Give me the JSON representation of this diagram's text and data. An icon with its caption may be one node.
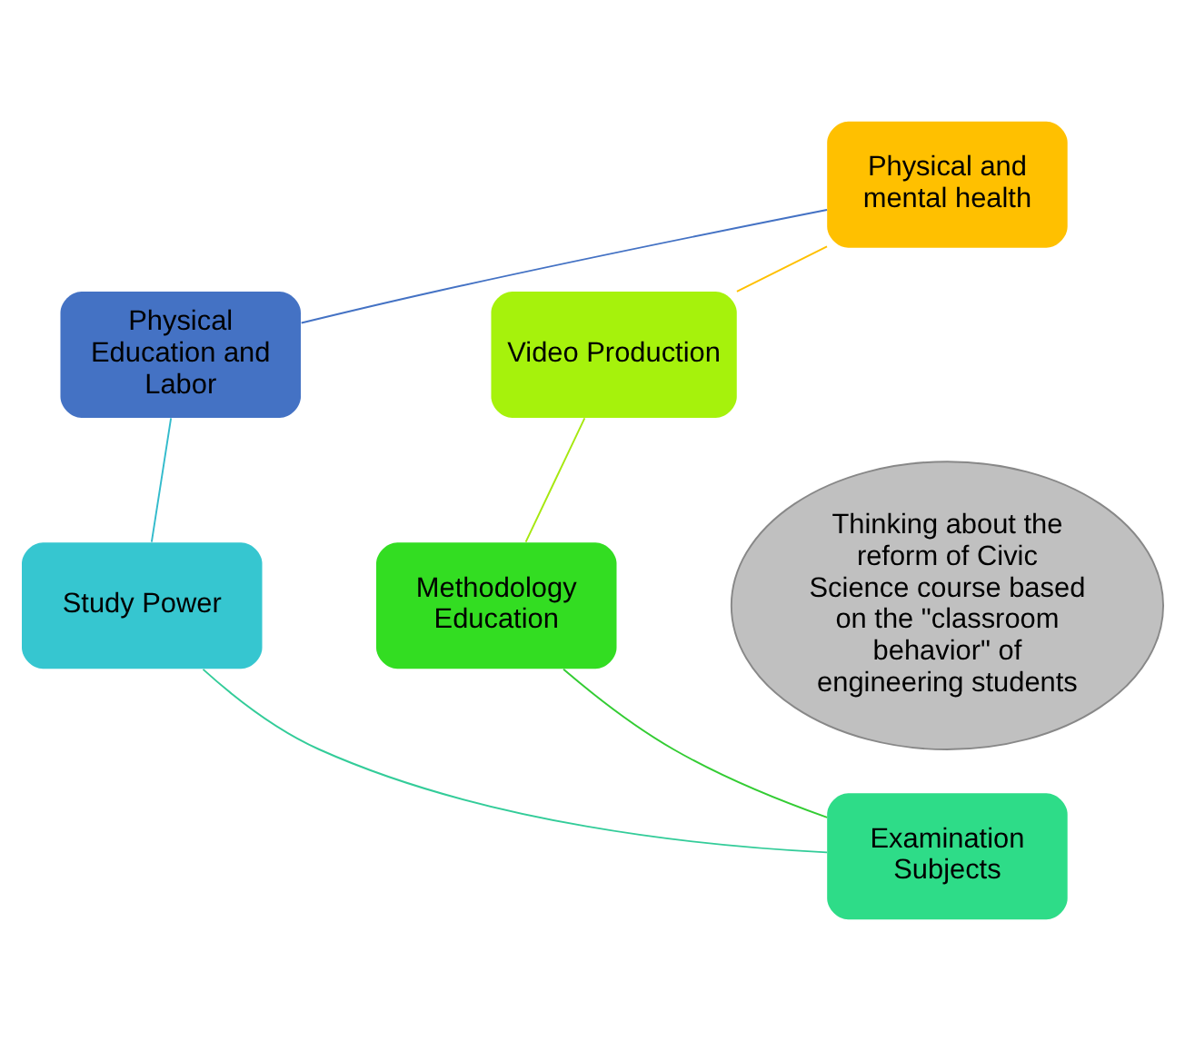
{
  "diagram": {
    "nodes": [
      {
        "text": [
          "Physical and mental health"
        ]
      },
      {
        "text": [
          "Physical Education and Labor"
        ]
      },
      {
        "text": [
          "Video Production"
        ]
      },
      {
        "text": [
          "Thinking about the reform of Civic Science course based on the \"classroom behavior\" of engineering students"
        ]
      },
      {
        "text": [
          "Study Power"
        ]
      },
      {
        "text": [
          "Methodology Education"
        ]
      },
      {
        "text": [
          "Examination Subjects"
        ]
      }
    ],
    "edges": [
      {
        "from": 0,
        "to": 2,
        "arrow": "none",
        "color": "#ffc000"
      },
      {
        "from": 2,
        "to": 5,
        "arrow": "none",
        "color": "#a6e810"
      },
      {
        "from": 5,
        "to": 6,
        "arrow": "none",
        "color": "#33cc33"
      },
      {
        "from": 6,
        "to": 4,
        "arrow": "none",
        "color": "#33cc99"
      },
      {
        "from": 4,
        "to": 1,
        "arrow": "none",
        "color": "#33bbcc"
      },
      {
        "from": 1,
        "to": 0,
        "arrow": "none",
        "color": "#4472c4"
      }
    ]
  }
}
